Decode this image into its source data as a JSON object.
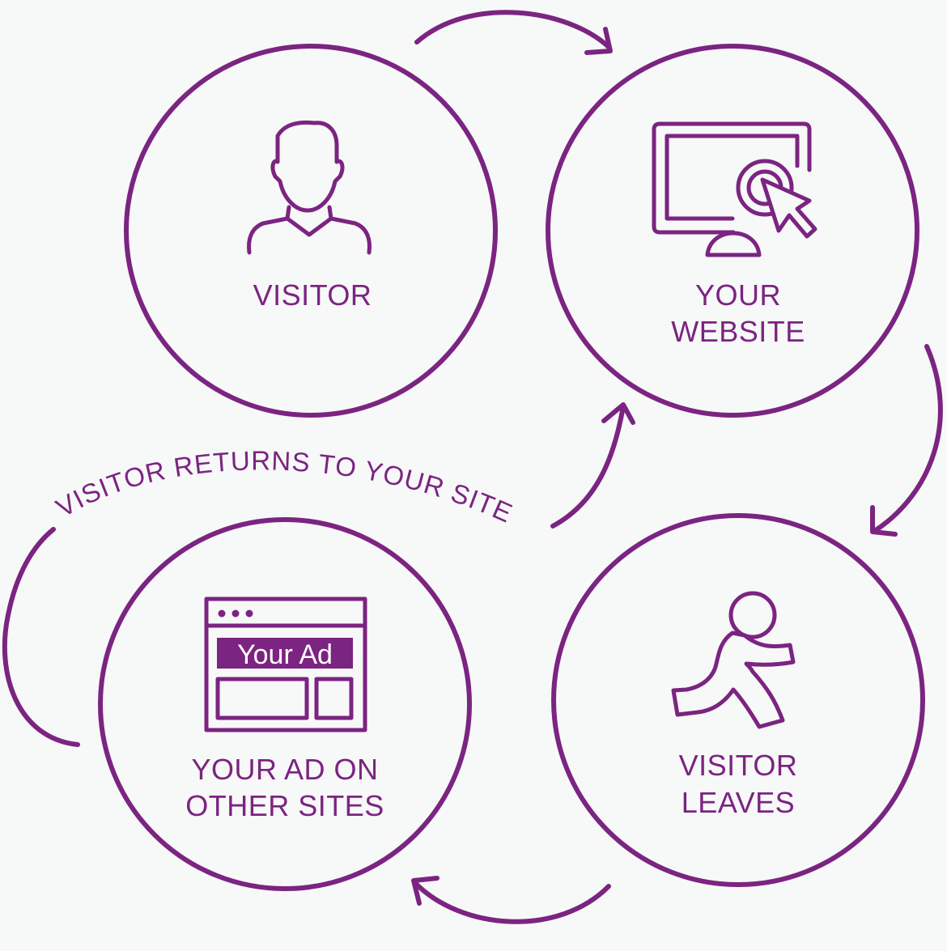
{
  "colors": {
    "background": "#f7f8f8",
    "accent": "#7b2481"
  },
  "nodes": {
    "visitor": {
      "lines": [
        "VISITOR"
      ],
      "icon": "person-icon"
    },
    "website": {
      "lines": [
        "YOUR",
        "WEBSITE"
      ],
      "icon": "monitor-click-icon"
    },
    "leaves": {
      "lines": [
        "VISITOR",
        "LEAVES"
      ],
      "icon": "running-person-icon"
    },
    "ad": {
      "lines": [
        "YOUR AD ON",
        "OTHER SITES"
      ],
      "icon": "browser-ad-icon",
      "ad_text": "Your Ad"
    }
  },
  "return_label": "VISITOR RETURNS TO YOUR SITE"
}
